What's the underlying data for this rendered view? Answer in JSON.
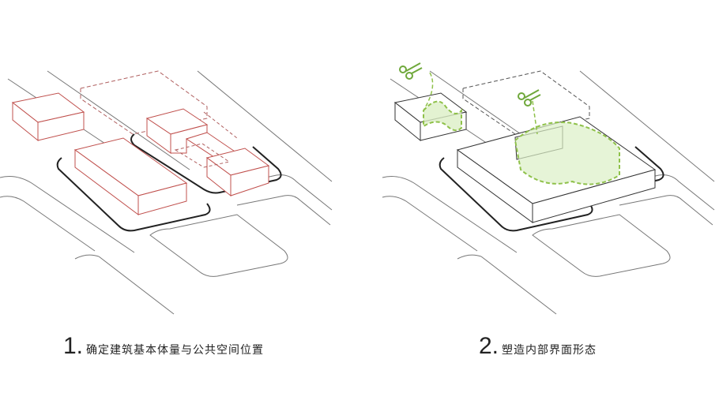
{
  "diagram": {
    "step1": {
      "number": "1.",
      "text": "确定建筑基本体量与公共空间位置"
    },
    "step2": {
      "number": "2.",
      "text": "塑造内部界面形态"
    },
    "colors": {
      "background": "#ffffff",
      "line": "#333333",
      "road": "#666666",
      "building_step1": "#c0504d",
      "public_space": "#8fc14a",
      "public_space_fill": "#dcefc6"
    },
    "icons": [
      "scissors-icon"
    ]
  }
}
